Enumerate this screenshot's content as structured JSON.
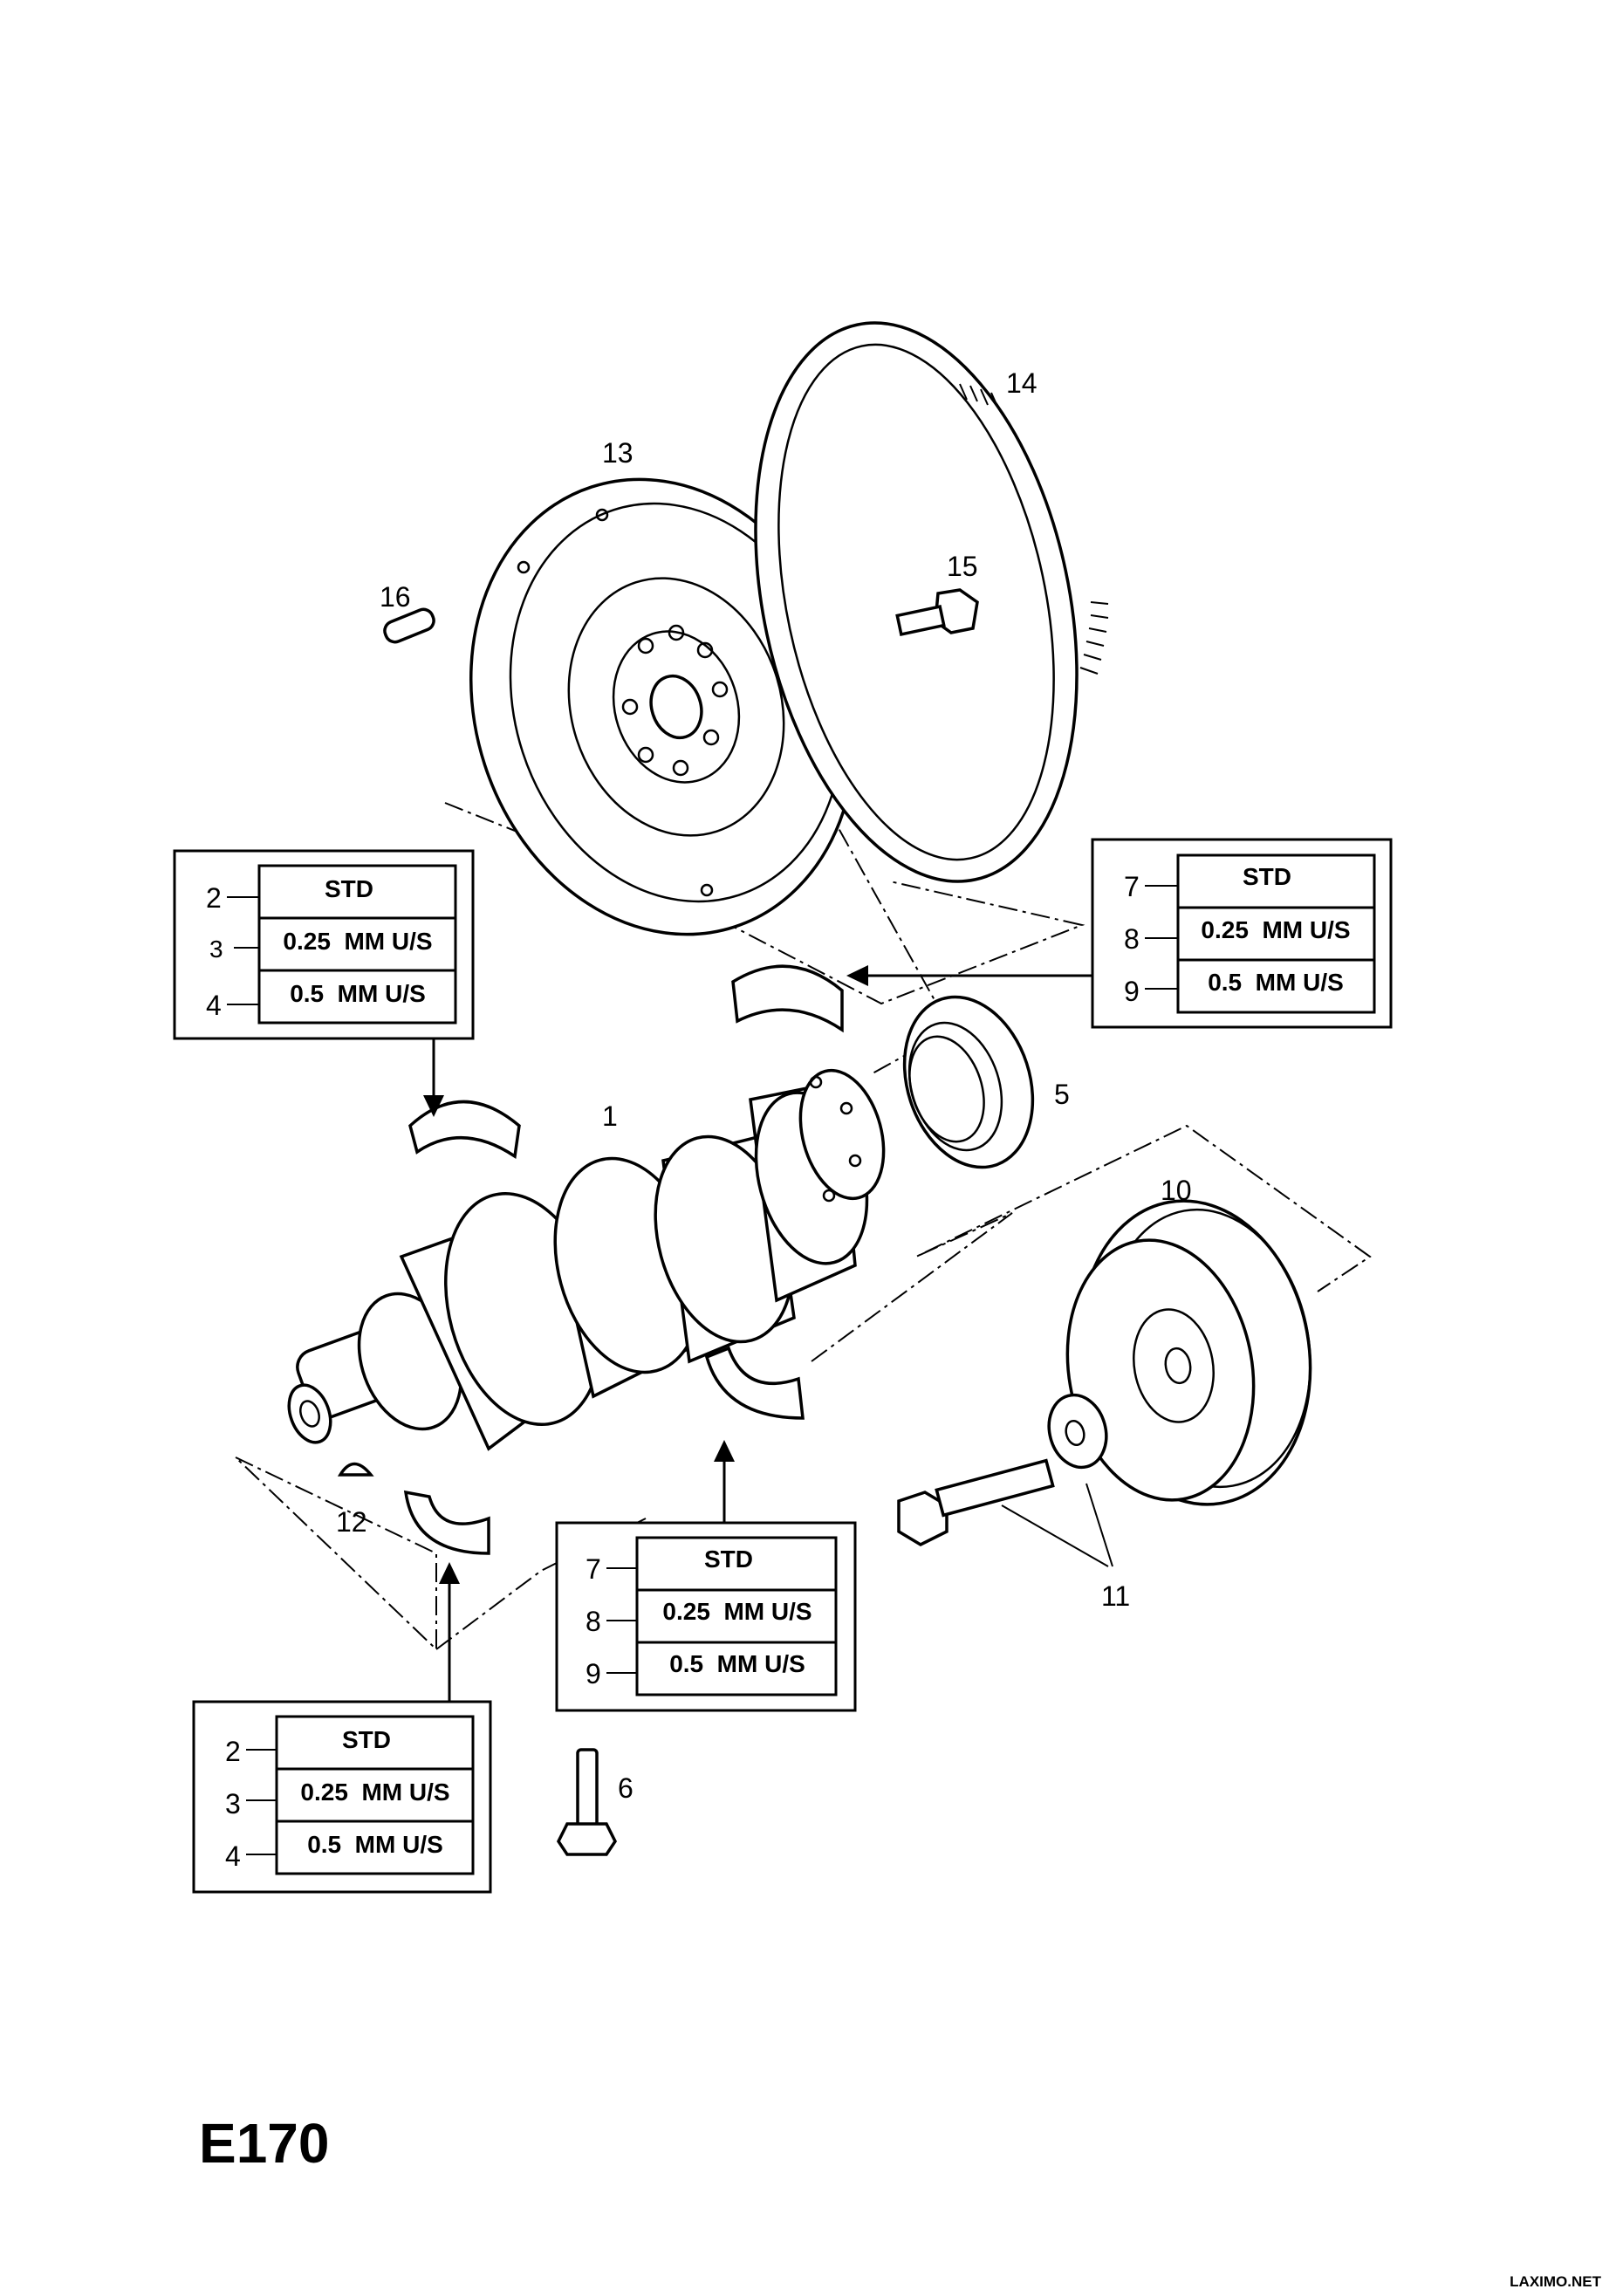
{
  "diagram_id": "E170",
  "credit": "LAXIMO.NET",
  "callouts": {
    "c1": "1",
    "c5": "5",
    "c6": "6",
    "c10": "10",
    "c11": "11",
    "c12": "12",
    "c13": "13",
    "c14": "14",
    "c15": "15",
    "c16": "16"
  },
  "bearing_tables": {
    "main_left": [
      {
        "ref": "2",
        "label": "STD"
      },
      {
        "ref": "3",
        "label": "0.25  MM U/S"
      },
      {
        "ref": "4",
        "label": "0.5  MM U/S"
      }
    ],
    "main_bottom": [
      {
        "ref": "2",
        "label": "STD"
      },
      {
        "ref": "3",
        "label": "0.25  MM U/S"
      },
      {
        "ref": "4",
        "label": "0.5  MM U/S"
      }
    ],
    "thrust_right": [
      {
        "ref": "7",
        "label": "STD"
      },
      {
        "ref": "8",
        "label": "0.25  MM U/S"
      },
      {
        "ref": "9",
        "label": "0.5  MM U/S"
      }
    ],
    "thrust_center": [
      {
        "ref": "7",
        "label": "STD"
      },
      {
        "ref": "8",
        "label": "0.25  MM U/S"
      },
      {
        "ref": "9",
        "label": "0.5  MM U/S"
      }
    ]
  }
}
